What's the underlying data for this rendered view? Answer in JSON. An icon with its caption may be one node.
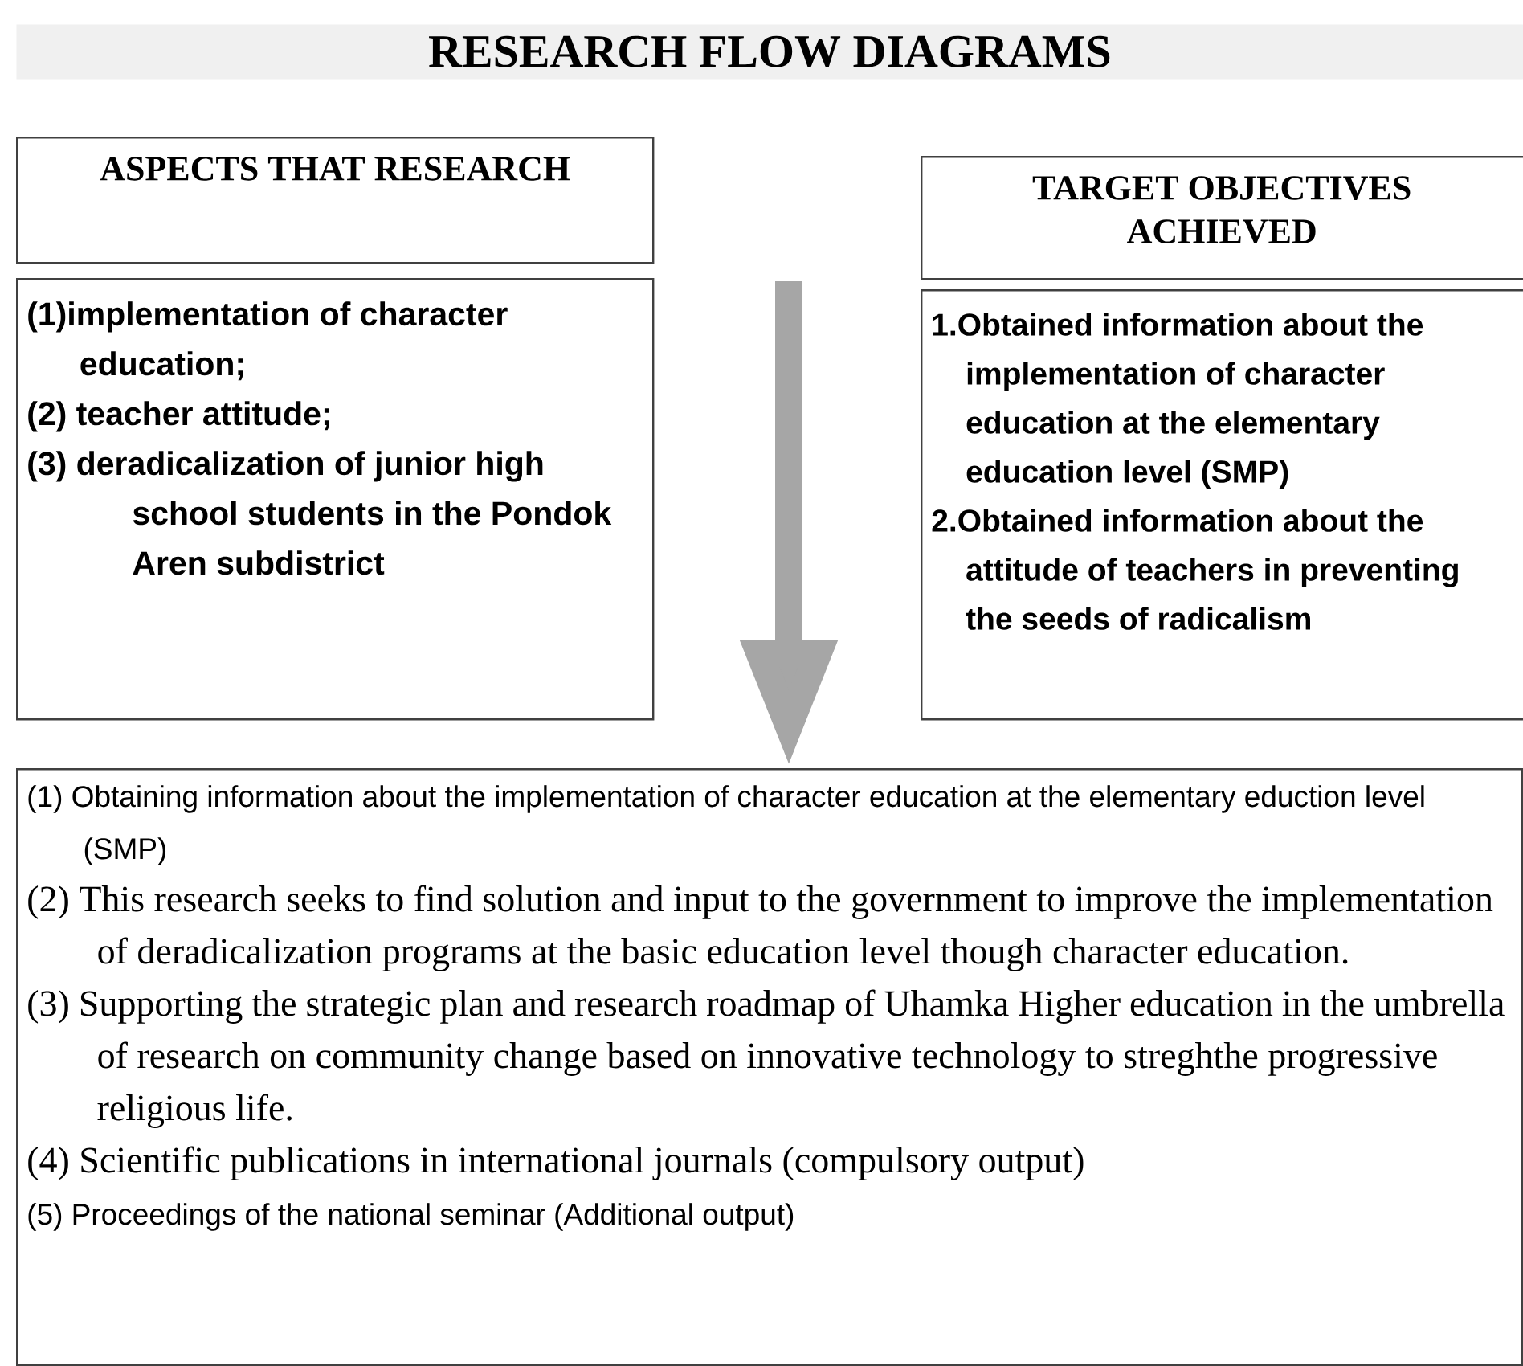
{
  "diagram": {
    "title": "RESEARCH FLOW DIAGRAMS",
    "nodes": [
      {
        "text": [
          "ASPECTS THAT RESEARCH"
        ]
      },
      {
        "text": [
          "(1)implementation of character education;",
          "(2) teacher attitude;",
          "(3) deradicalization of junior high school students in the Pondok Aren subdistrict"
        ]
      },
      {
        "text": [
          "TARGET OBJECTIVES ACHIEVED"
        ]
      },
      {
        "text": [
          "1.Obtained information about the implementation of character education at the elementary education level (SMP)",
          "2.Obtained information about the attitude of teachers in preventing the seeds of radicalism"
        ]
      },
      {
        "text": [
          "(1) Obtaining information about the implementation of character education at the elementary eduction level (SMP)",
          "(2) This research seeks to find solution and input to the government to improve the implementation of deradicalization programs at the basic education level though character education.",
          "(3) Supporting the strategic plan and research roadmap of Uhamka Higher education in the umbrella of research on community change based on innovative technology to streghthe progressive religious life.",
          "(4) Scientific publications in international journals (compulsory output)",
          "(5) Proceedings of the national  seminar  (Additional output)"
        ]
      }
    ],
    "edges": [
      {
        "from": null,
        "to": 4,
        "arrow": "to"
      }
    ]
  }
}
